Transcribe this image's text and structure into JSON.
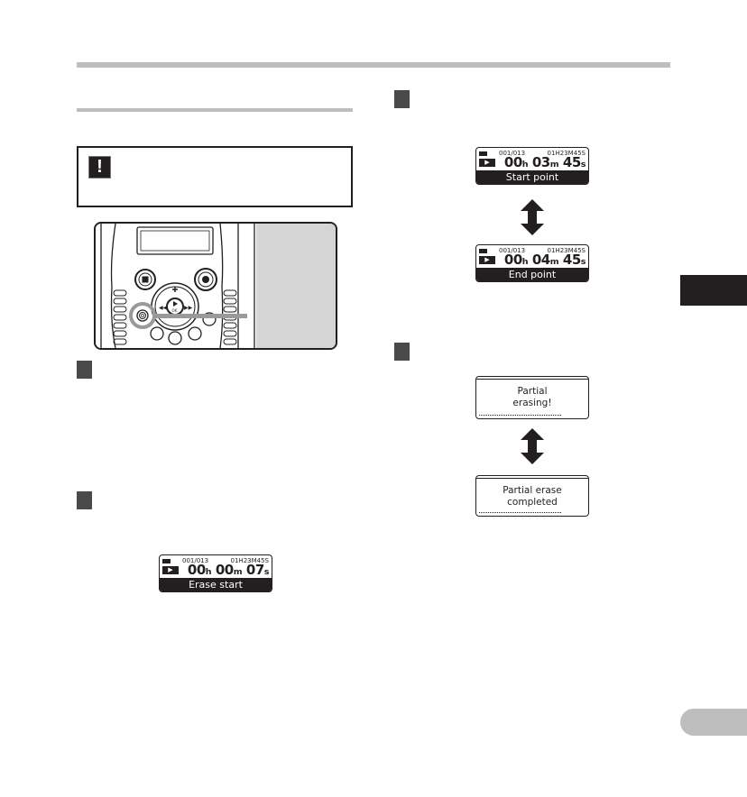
{
  "page": {
    "header_rule": true,
    "section_rule": true
  },
  "caution": {
    "icon": "exclamation-icon",
    "icon_glyph": "!"
  },
  "device_illustration": {
    "description": "voice recorder front panel",
    "buttons": [
      "stop-button",
      "record-button",
      "plus-button",
      "play-ok-button",
      "rewind-button",
      "fast-forward-button",
      "erase-button"
    ],
    "play_label": "OK"
  },
  "steps": [
    {
      "position": "left-1"
    },
    {
      "position": "left-2"
    },
    {
      "position": "right-1"
    },
    {
      "position": "right-2"
    }
  ],
  "screens": {
    "erase_start": {
      "track": "001/013",
      "total": "01H23M45S",
      "time": "00H 00M 07S",
      "time_display": "00ₕ 00ₘ 07ₛ",
      "bar_label": "Erase start"
    },
    "start_point": {
      "track": "001/013",
      "total": "01H23M45S",
      "time": "00H 03M 45S",
      "time_display": "00ₕ 03ₘ 45ₛ",
      "bar_label": "Start point"
    },
    "end_point": {
      "track": "001/013",
      "total": "01H23M45S",
      "time": "00H 04M 45S",
      "time_display": "00ₕ 04ₘ 45ₛ",
      "bar_label": "End point"
    },
    "partial_erasing": {
      "line1": "Partial",
      "line2": "erasing!"
    },
    "partial_erase_completed": {
      "line1": "Partial erase",
      "line2": "completed"
    }
  },
  "icons": {
    "battery": "battery-icon",
    "play": "▶",
    "updown_arrow": "up-down-arrow-icon"
  },
  "colors": {
    "rule_gray": "#bebebe",
    "ink": "#231f20",
    "step_square": "#4b4a48",
    "device_fill": "#d5d5d5"
  }
}
